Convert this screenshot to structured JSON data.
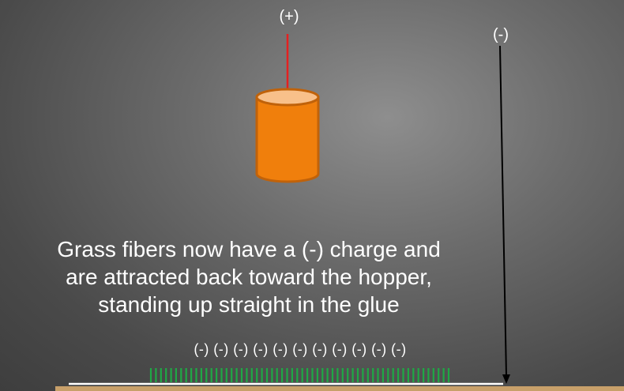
{
  "labels": {
    "hopper_charge": "(+)",
    "ground_charge": "(-)"
  },
  "caption": {
    "line1": "Grass fibers now have a (-) charge and",
    "line2": "are attracted back toward the hopper,",
    "line3": "standing up straight in the glue"
  },
  "fiber_charges": "(-) (-) (-) (-) (-) (-) (-) (-) (-) (-) (-)",
  "colors": {
    "hopper_fill": "#f07f0c",
    "hopper_top": "#f8c08a",
    "hopper_stroke": "#c0620a",
    "positive_wire": "#e52020",
    "fibers": "#1fa845",
    "backing": "#c8a06a",
    "ground_wire": "#000000"
  },
  "fiber_count": 60
}
